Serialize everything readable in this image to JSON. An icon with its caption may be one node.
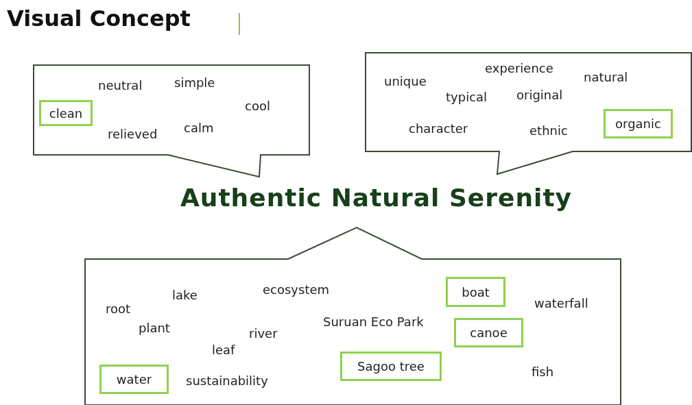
{
  "diagram": {
    "title": "Visual Concept",
    "nodes": [
      {
        "text": [
          "neutral",
          "simple",
          "cool",
          "relieved",
          "calm"
        ]
      },
      {
        "text": [
          "clean"
        ],
        "in": 0
      },
      {
        "text": [
          "experience",
          "natural",
          "unique",
          "original",
          "typical",
          "character",
          "ethnic"
        ]
      },
      {
        "text": [
          "organic"
        ],
        "in": 2
      },
      {
        "text": [
          "ecosystem",
          "lake",
          "waterfall",
          "root",
          "Suruan Eco Park",
          "plant",
          "river",
          "leaf",
          "sustainability",
          "fish"
        ]
      },
      {
        "text": [
          "boat"
        ],
        "in": 4
      },
      {
        "text": [
          "canoe"
        ],
        "in": 4
      },
      {
        "text": [
          "Sagoo tree"
        ],
        "in": 4
      },
      {
        "text": [
          "water"
        ],
        "in": 4
      }
    ],
    "edges": [],
    "labels": [
      "Authentic Natural Serenity"
    ]
  }
}
